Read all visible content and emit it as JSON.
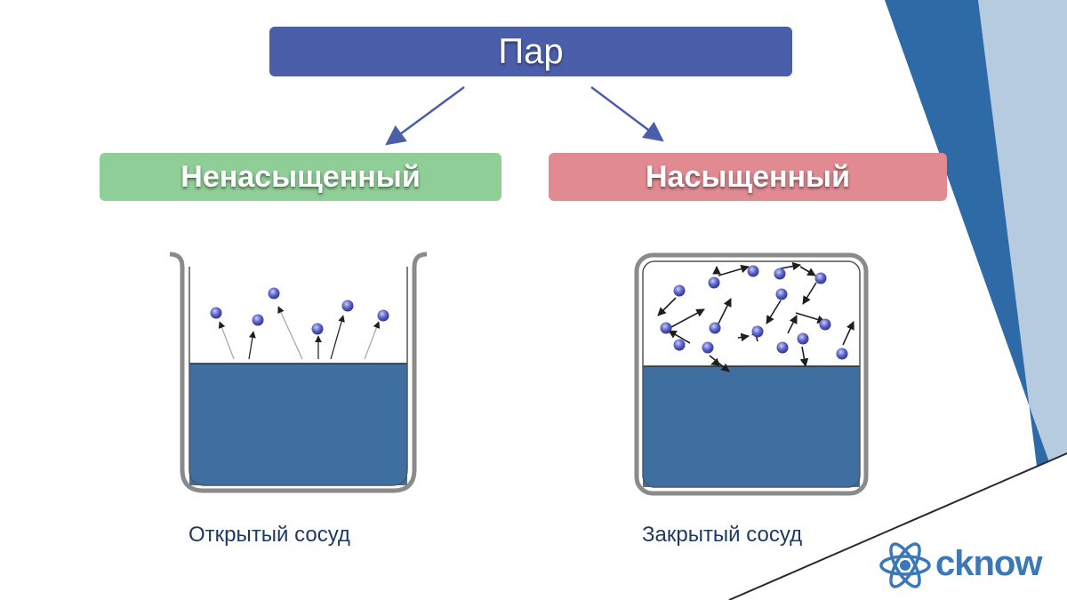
{
  "colors": {
    "title_bg": "#4b5ea9",
    "unsaturated_bg": "#8fcf97",
    "saturated_bg": "#e28a92",
    "liquid": "#3f6fa1",
    "vessel_stroke": "#8a8a8a",
    "molecule": "#5b63c9",
    "arrow": "#2a2a2a",
    "caption_text": "#1d3a63",
    "band_dark": "#2e6aa6",
    "band_light": "#b7cbe0",
    "logo_blue": "#3a78b8",
    "logo_dark": "#3a3a3a"
  },
  "title": "Пар",
  "categories": {
    "left": "Ненасыщенный",
    "right": "Насыщенный"
  },
  "captions": {
    "left": "Открытый сосуд",
    "right": "Закрытый сосуд"
  },
  "logo": {
    "part1": "ck",
    "part2": "now",
    "icon": "atom-icon"
  }
}
